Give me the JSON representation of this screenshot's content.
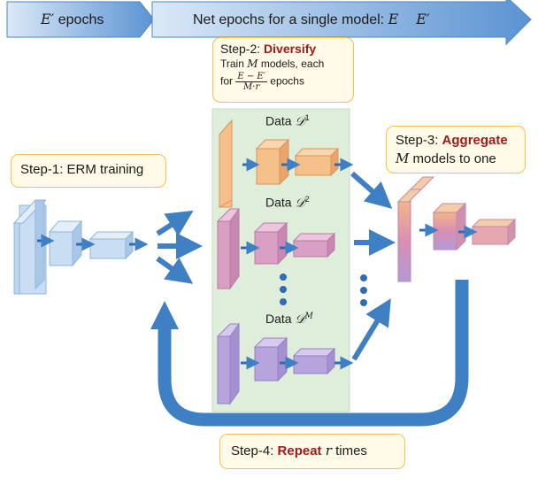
{
  "top_arrows": {
    "left_var": "E′",
    "left_text": " epochs",
    "right_text": "Net epochs for a single model: ",
    "right_var_1": "E",
    "right_var_2": "E′"
  },
  "step2": {
    "prefix": "Step-2: ",
    "name": "Diversify",
    "line2_pre": "Train ",
    "line2_var": "M",
    "line2_post": " models, each",
    "line3_pre": "for ",
    "frac_num": "E − E′",
    "frac_den": "M·r",
    "line3_post": " epochs"
  },
  "step1": {
    "text": "Step-1: ERM training"
  },
  "step3": {
    "prefix": "Step-3: ",
    "name": "Aggregate",
    "line2_var": "M",
    "line2_post": " models to one"
  },
  "step4": {
    "prefix": "Step-4: ",
    "name": "Repeat",
    "var": "r",
    "post": " times"
  },
  "data_labels": [
    {
      "text": "Data ",
      "sym": "𝒟",
      "sup": "1"
    },
    {
      "text": "Data ",
      "sym": "𝒟",
      "sup": "2"
    },
    {
      "text": "Data ",
      "sym": "𝒟",
      "sup": "M"
    }
  ],
  "colors": {
    "arrow_blue": "#3f7fc4",
    "erm_blue": "#bdd7ee",
    "orange": "#f6c08a",
    "pink": "#d9a0c4",
    "purple": "#b7a4dc",
    "panel_green": "#dfeedb",
    "callout_fill": "#fffbe8",
    "callout_border": "#f2c14e",
    "emphasis_red": "#a11b1b"
  }
}
